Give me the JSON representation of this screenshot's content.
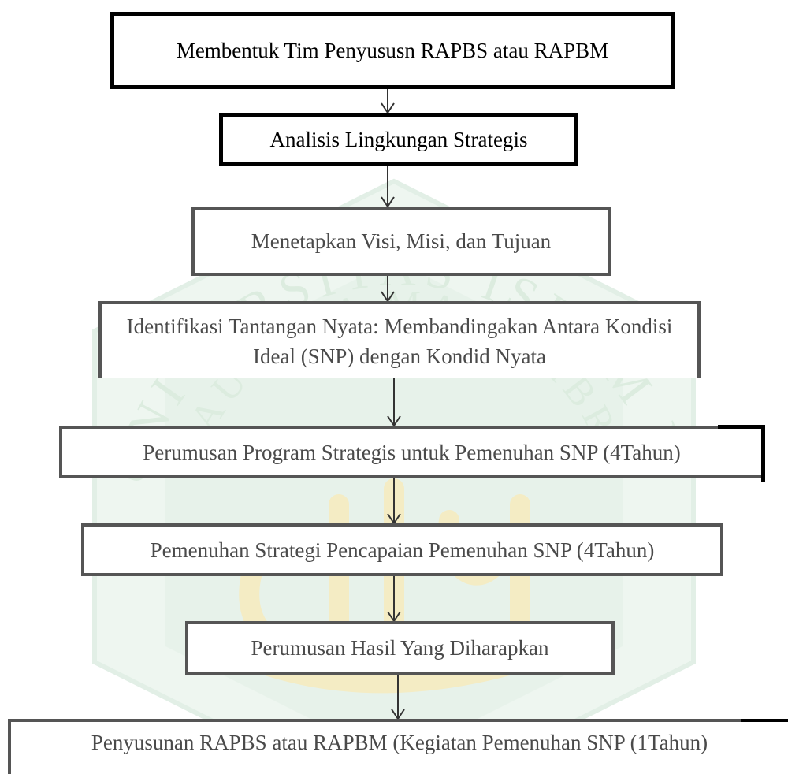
{
  "watermark": {
    "arc_text_top": "UNIVERSITAS ISLAM NEGERI",
    "arc_text_bottom": "MAULANA MALIK IBRAHIM",
    "fill_color": "#e6f2e9",
    "letter_color": "#f5f0c8"
  },
  "flowchart": {
    "steps": [
      {
        "label": "Membentuk Tim Penyususn RAPBS atau RAPBM"
      },
      {
        "label": "Analisis Lingkungan Strategis"
      },
      {
        "label": "Menetapkan Visi, Misi, dan Tujuan"
      },
      {
        "label": "Identifikasi Tantangan Nyata: Membandingakan Antara Kondisi Ideal  (SNP) dengan Kondid Nyata"
      },
      {
        "label": "Perumusan Program Strategis untuk Pemenuhan SNP (4Tahun)"
      },
      {
        "label": "Pemenuhan Strategi Pencapaian Pemenuhan SNP (4Tahun)"
      },
      {
        "label": "Perumusan Hasil Yang Diharapkan"
      },
      {
        "label": "Penyusunan RAPBS atau RAPBM (Kegiatan Pemenuhan SNP (1Tahun)"
      }
    ],
    "colors": {
      "dark_border": "#000000",
      "grey_border": "#555555",
      "arrow": "#333333"
    }
  }
}
